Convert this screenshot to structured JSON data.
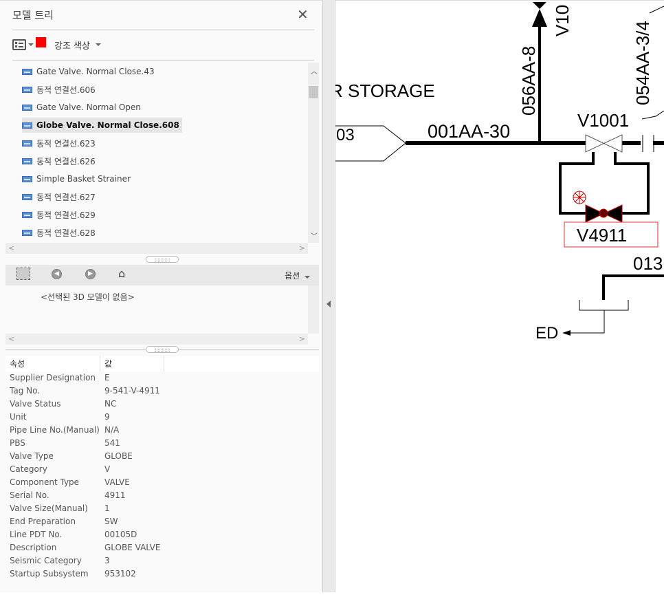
{
  "panel": {
    "title": "모델 트리",
    "highlight_label": "강조 색상",
    "highlight_color": "#ff0000",
    "tree_items": [
      {
        "label": "Gate Valve. Normal Close.43",
        "selected": false
      },
      {
        "label": "동적 연결선.606",
        "selected": false
      },
      {
        "label": "Gate Valve. Normal Open",
        "selected": false
      },
      {
        "label": "Globe Valve. Normal Close.608",
        "selected": true
      },
      {
        "label": "동적 연결선.623",
        "selected": false
      },
      {
        "label": "동적 연결선.626",
        "selected": false
      },
      {
        "label": "Simple Basket Strainer",
        "selected": false
      },
      {
        "label": "동적 연결선.627",
        "selected": false
      },
      {
        "label": "동적 연결선.629",
        "selected": false
      },
      {
        "label": "동적 연결선.628",
        "selected": false
      }
    ],
    "options_label": "옵션",
    "no_model_msg": "<선택된 3D 모델이 없음>",
    "props_header": {
      "name": "속성",
      "value": "값"
    },
    "properties": [
      {
        "name": "Supplier Designation",
        "value": "E"
      },
      {
        "name": "Tag No.",
        "value": "9-541-V-4911"
      },
      {
        "name": "Valve Status",
        "value": "NC"
      },
      {
        "name": "Unit",
        "value": "9"
      },
      {
        "name": "Pipe Line No.(Manual)",
        "value": "N/A"
      },
      {
        "name": "PBS",
        "value": "541"
      },
      {
        "name": "Valve Type",
        "value": "GLOBE"
      },
      {
        "name": "Category",
        "value": "V"
      },
      {
        "name": "Component Type",
        "value": "VALVE"
      },
      {
        "name": "Serial No.",
        "value": "4911"
      },
      {
        "name": "Valve Size(Manual)",
        "value": "1"
      },
      {
        "name": "End Preparation",
        "value": "SW"
      },
      {
        "name": "Line PDT No.",
        "value": "00105D"
      },
      {
        "name": "Description",
        "value": "GLOBE VALVE"
      },
      {
        "name": "Seismic Category",
        "value": "3"
      },
      {
        "name": "Startup Subsystem",
        "value": "953102"
      }
    ]
  },
  "diagram": {
    "storage_label": "R STORAGE",
    "offpage_label": "03",
    "main_line": "001AA-30",
    "branch_line": "056AA-8",
    "top_valve": "V10",
    "side_line": "054AA-3/4",
    "valve1": "V1001",
    "valve2": "V4911",
    "line013": "013",
    "drain": "ED"
  }
}
